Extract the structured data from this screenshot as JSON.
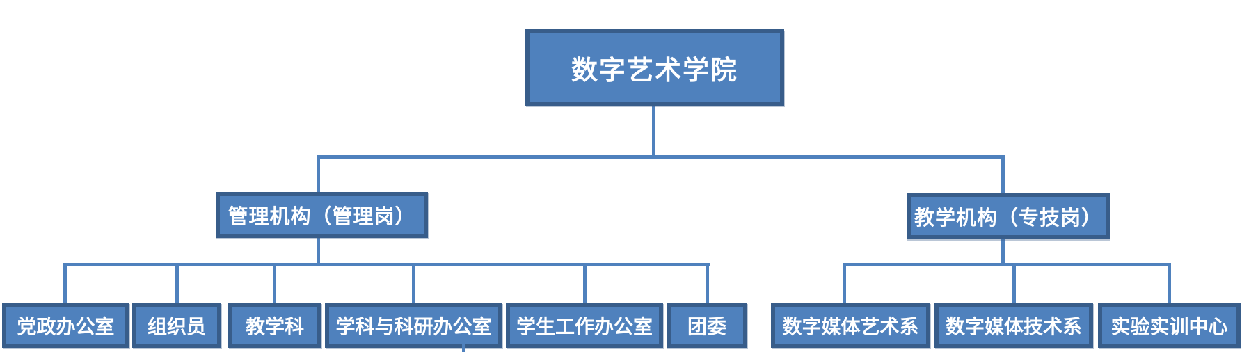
{
  "colors": {
    "background": "#FFFFFF",
    "box_fill": "#4F81BD",
    "box_border": "#385D8A",
    "connector": "#4F81BD",
    "text": "#FFFFFF"
  },
  "chart": {
    "type": "org-chart",
    "root": {
      "label": "数字艺术学院"
    },
    "branches": [
      {
        "label": "管理机构（管理岗）",
        "children": [
          "党政办公室",
          "组织员",
          "教学科",
          "学科与科研办公室",
          "学生工作办公室",
          "团委"
        ]
      },
      {
        "label": "教学机构（专技岗）",
        "children": [
          "数字媒体艺术系",
          "数字媒体技术系",
          "实验实训中心"
        ]
      }
    ]
  }
}
